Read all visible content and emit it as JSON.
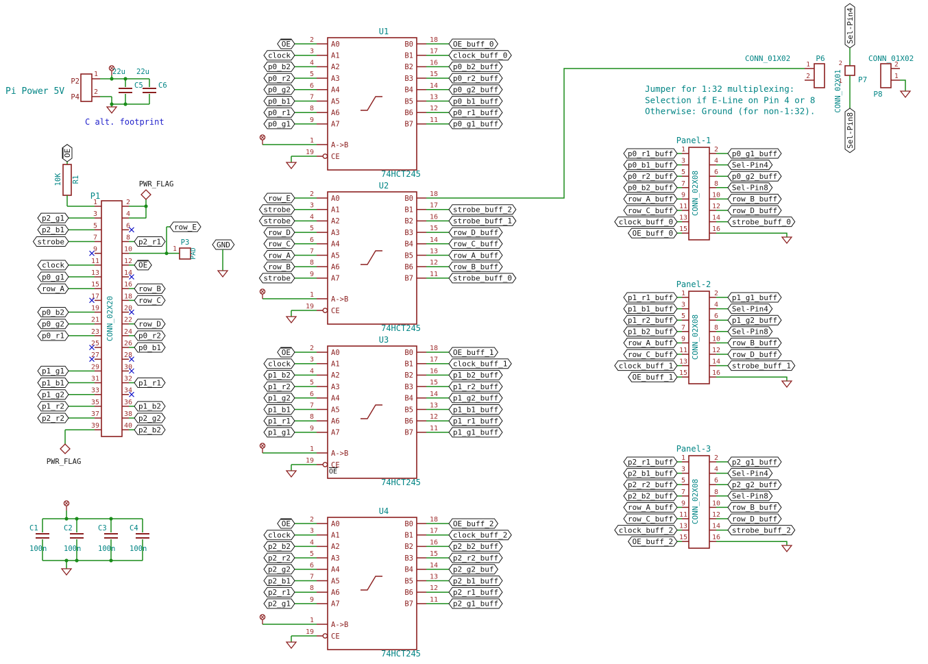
{
  "colors": {
    "bg": "#ffffff",
    "wire": "#1a8c1a",
    "outline": "#8b1e1e",
    "num": "#a03030",
    "ref": "#008484",
    "label": "#141414",
    "nc": "#1616c8",
    "note": "#2424cc"
  },
  "texts": {
    "power_title": "Pi Power 5V",
    "cap_note": "C alt. footprint",
    "pwr_flag": "PWR_FLAG",
    "jumper_note": [
      "Jumper for 1:32 multiplexing:",
      "Selection if E-Line on Pin 4 or 8",
      "Otherwise: Ground (for non-1:32)."
    ]
  },
  "power_conn": {
    "pin_names": [
      "P2",
      "P4"
    ],
    "pin_numbers": [
      "1",
      "2"
    ],
    "caps": [
      {
        "ref": "C5",
        "value": "22u"
      },
      {
        "ref": "C6",
        "value": "22u"
      }
    ]
  },
  "pullup": {
    "ref": "R1",
    "value": "10K",
    "net": "OE"
  },
  "p1": {
    "ref": "P1",
    "value": "CONN_02X20",
    "left_pins": [
      {
        "num": "1",
        "type": "wire"
      },
      {
        "num": "3",
        "label": "p2_g1"
      },
      {
        "num": "5",
        "label": "p2_b1"
      },
      {
        "num": "7",
        "label": "strobe"
      },
      {
        "num": "9",
        "type": "nc"
      },
      {
        "num": "11",
        "label": "clock"
      },
      {
        "num": "13",
        "label": "p0_g1"
      },
      {
        "num": "15",
        "label": "row_A"
      },
      {
        "num": "17",
        "type": "nc"
      },
      {
        "num": "19",
        "label": "p0_b2"
      },
      {
        "num": "21",
        "label": "p0_g2"
      },
      {
        "num": "23",
        "label": "p0_r1"
      },
      {
        "num": "25",
        "type": "nc"
      },
      {
        "num": "27",
        "type": "nc"
      },
      {
        "num": "29",
        "label": "p1_g1"
      },
      {
        "num": "31",
        "label": "p1_b1"
      },
      {
        "num": "33",
        "label": "p1_g2"
      },
      {
        "num": "35",
        "label": "p1_r2"
      },
      {
        "num": "37",
        "label": "p2_r2"
      },
      {
        "num": "39",
        "type": "wire"
      }
    ],
    "right_pins": [
      {
        "num": "2",
        "type": "wire"
      },
      {
        "num": "4",
        "type": "wire"
      },
      {
        "num": "6",
        "type": "nc"
      },
      {
        "num": "8",
        "label": "p2_r1"
      },
      {
        "num": "10",
        "type": "wire"
      },
      {
        "num": "12",
        "label": "OE"
      },
      {
        "num": "14",
        "type": "nc"
      },
      {
        "num": "16",
        "label": "row_B"
      },
      {
        "num": "18",
        "label": "row_C"
      },
      {
        "num": "20",
        "type": "nc"
      },
      {
        "num": "22",
        "label": "row_D"
      },
      {
        "num": "24",
        "label": "p0_r2"
      },
      {
        "num": "26",
        "label": "p0_b1"
      },
      {
        "num": "28",
        "type": "nc"
      },
      {
        "num": "30",
        "type": "nc"
      },
      {
        "num": "32",
        "label": "p1_r1"
      },
      {
        "num": "34",
        "type": "nc"
      },
      {
        "num": "36",
        "label": "p1_b2"
      },
      {
        "num": "38",
        "label": "p2_g2"
      },
      {
        "num": "40",
        "label": "p2_b2"
      }
    ]
  },
  "p3": {
    "ref": "P3",
    "value": "PAD",
    "pin": "1",
    "net_row": "row_E",
    "net_gnd": "GND"
  },
  "ics": [
    {
      "ref": "U1",
      "value": "74HCT245",
      "left": [
        [
          "2",
          "A0",
          "OE"
        ],
        [
          "3",
          "A1",
          "clock"
        ],
        [
          "4",
          "A2",
          "p0_b2"
        ],
        [
          "5",
          "A3",
          "p0_r2"
        ],
        [
          "6",
          "A4",
          "p0_g2"
        ],
        [
          "7",
          "A5",
          "p0_b1"
        ],
        [
          "8",
          "A6",
          "p0_r1"
        ],
        [
          "9",
          "A7",
          "p0_g1"
        ]
      ],
      "right": [
        [
          "18",
          "B0",
          "OE_buff_0"
        ],
        [
          "17",
          "B1",
          "clock_buff_0"
        ],
        [
          "16",
          "B2",
          "p0_b2_buff"
        ],
        [
          "15",
          "B3",
          "p0_r2_buff"
        ],
        [
          "14",
          "B4",
          "p0_g2_buff"
        ],
        [
          "13",
          "B5",
          "p0_b1_buff"
        ],
        [
          "12",
          "B6",
          "p0_r1_buff"
        ],
        [
          "11",
          "B7",
          "p0_g1_buff"
        ]
      ],
      "dir": [
        "1",
        "A->B"
      ],
      "ce": [
        "19",
        "CE"
      ]
    },
    {
      "ref": "U2",
      "value": "74HCT245",
      "left": [
        [
          "2",
          "A0",
          "row_E"
        ],
        [
          "3",
          "A1",
          "strobe"
        ],
        [
          "4",
          "A2",
          "strobe"
        ],
        [
          "5",
          "A3",
          "row_D"
        ],
        [
          "6",
          "A4",
          "row_C"
        ],
        [
          "7",
          "A5",
          "row_A"
        ],
        [
          "8",
          "A6",
          "row_B"
        ],
        [
          "9",
          "A7",
          "strobe"
        ]
      ],
      "right": [
        [
          "18",
          "B0",
          null
        ],
        [
          "17",
          "B1",
          "strobe_buff_2"
        ],
        [
          "16",
          "B2",
          "strobe_buff_1"
        ],
        [
          "15",
          "B3",
          "row_D_buff"
        ],
        [
          "14",
          "B4",
          "row_C_buff"
        ],
        [
          "13",
          "B5",
          "row_A_buff"
        ],
        [
          "12",
          "B6",
          "row_B_buff"
        ],
        [
          "11",
          "B7",
          "strobe_buff_0"
        ]
      ],
      "dir": [
        "1",
        "A->B"
      ],
      "ce": [
        "19",
        "CE"
      ]
    },
    {
      "ref": "U3",
      "value": "74HCT245",
      "left": [
        [
          "2",
          "A0",
          "OE"
        ],
        [
          "3",
          "A1",
          "clock"
        ],
        [
          "4",
          "A2",
          "p1_b2"
        ],
        [
          "5",
          "A3",
          "p1_r2"
        ],
        [
          "6",
          "A4",
          "p1_g2"
        ],
        [
          "7",
          "A5",
          "p1_b1"
        ],
        [
          "8",
          "A6",
          "p1_r1"
        ],
        [
          "9",
          "A7",
          "p1_g1"
        ]
      ],
      "right": [
        [
          "18",
          "B0",
          "OE_buff_1"
        ],
        [
          "17",
          "B1",
          "clock_buff_1"
        ],
        [
          "16",
          "B2",
          "p1_b2_buff"
        ],
        [
          "15",
          "B3",
          "p1_r2_buff"
        ],
        [
          "14",
          "B4",
          "p1_g2_buff"
        ],
        [
          "13",
          "B5",
          "p1_b1_buff"
        ],
        [
          "12",
          "B6",
          "p1_r1_buff"
        ],
        [
          "11",
          "B7",
          "p1_g1_buff"
        ]
      ],
      "dir": [
        "1",
        "A->B"
      ],
      "ce": [
        "19",
        "CE"
      ],
      "ce_extra": "OE"
    },
    {
      "ref": "U4",
      "value": "74HCT245",
      "left": [
        [
          "2",
          "A0",
          "OE"
        ],
        [
          "3",
          "A1",
          "clock"
        ],
        [
          "4",
          "A2",
          "p2_b2"
        ],
        [
          "5",
          "A3",
          "p2_r2"
        ],
        [
          "6",
          "A4",
          "p2_g2"
        ],
        [
          "7",
          "A5",
          "p2_b1"
        ],
        [
          "8",
          "A6",
          "p2_r1"
        ],
        [
          "9",
          "A7",
          "p2_g1"
        ]
      ],
      "right": [
        [
          "18",
          "B0",
          "OE_buff_2"
        ],
        [
          "17",
          "B1",
          "clock_buff_2"
        ],
        [
          "16",
          "B2",
          "p2_b2_buff"
        ],
        [
          "15",
          "B3",
          "p2_r2_buff"
        ],
        [
          "14",
          "B4",
          "p2_g2_buf"
        ],
        [
          "13",
          "B5",
          "p2_b1_buff"
        ],
        [
          "12",
          "B6",
          "p2_r1_buff"
        ],
        [
          "11",
          "B7",
          "p2_g1_buff"
        ]
      ],
      "dir": [
        "1",
        "A->B"
      ],
      "ce": [
        "19",
        "CE"
      ]
    }
  ],
  "panels": [
    {
      "title": "Panel-1",
      "value": "CONN_02X08",
      "left": [
        [
          "1",
          "p0_r1_buff"
        ],
        [
          "3",
          "p0_b1_buff"
        ],
        [
          "5",
          "p0_r2_buff"
        ],
        [
          "7",
          "p0_b2_buff"
        ],
        [
          "9",
          "row_A_buff"
        ],
        [
          "11",
          "row_C_buff"
        ],
        [
          "13",
          "clock_buff_0"
        ],
        [
          "15",
          "OE_buff_0"
        ]
      ],
      "right": [
        [
          "2",
          "p0_g1_buff"
        ],
        [
          "4",
          "Sel-Pin4"
        ],
        [
          "6",
          "p0_g2_buff"
        ],
        [
          "8",
          "Sel-Pin8"
        ],
        [
          "10",
          "row_B_buff"
        ],
        [
          "12",
          "row_D_buff"
        ],
        [
          "14",
          "strobe_buff_0"
        ],
        [
          "16",
          null
        ]
      ]
    },
    {
      "title": "Panel-2",
      "value": "CONN_02X08",
      "left": [
        [
          "1",
          "p1_r1_buff"
        ],
        [
          "3",
          "p1_b1_buff"
        ],
        [
          "5",
          "p1_r2_buff"
        ],
        [
          "7",
          "p1_b2_buff"
        ],
        [
          "9",
          "row_A_buff"
        ],
        [
          "11",
          "row_C_buff"
        ],
        [
          "13",
          "clock_buff_1"
        ],
        [
          "15",
          "OE_buff_1"
        ]
      ],
      "right": [
        [
          "2",
          "p1_g1_buff"
        ],
        [
          "4",
          "Sel-Pin4"
        ],
        [
          "6",
          "p1_g2_buff"
        ],
        [
          "8",
          "Sel-Pin8"
        ],
        [
          "10",
          "row_B_buff"
        ],
        [
          "12",
          "row_D_buff"
        ],
        [
          "14",
          "strobe_buff_1"
        ],
        [
          "16",
          null
        ]
      ]
    },
    {
      "title": "Panel-3",
      "value": "CONN_02X08",
      "left": [
        [
          "1",
          "p2_r1_buff"
        ],
        [
          "3",
          "p2_b1_buff"
        ],
        [
          "5",
          "p2_r2_buff"
        ],
        [
          "7",
          "p2_b2_buff"
        ],
        [
          "9",
          "row_A_buff"
        ],
        [
          "11",
          "row_C_buff"
        ],
        [
          "13",
          "clock_buff_2"
        ],
        [
          "15",
          "OE_buff_2"
        ]
      ],
      "right": [
        [
          "2",
          "p2_g1_buff"
        ],
        [
          "4",
          "Sel-Pin4"
        ],
        [
          "6",
          "p2_g2_buff"
        ],
        [
          "8",
          "Sel-Pin8"
        ],
        [
          "10",
          "row_B_buff"
        ],
        [
          "12",
          "row_D_buff"
        ],
        [
          "14",
          "strobe_buff_2"
        ],
        [
          "16",
          null
        ]
      ]
    }
  ],
  "headers": {
    "p6": {
      "ref": "P6",
      "value": "CONN_01X02",
      "pins": [
        "1",
        "2"
      ]
    },
    "p7": {
      "ref": "P7",
      "value": "CONN_02X01",
      "pins": [
        "2",
        "1"
      ]
    },
    "p8": {
      "ref": "P8",
      "value": "CONN_01X02",
      "pins": [
        "2",
        "1"
      ]
    },
    "sel_pin4": "Sel-Pin4",
    "sel_pin8": "Sel-Pin8"
  },
  "decoupling": [
    {
      "ref": "C1",
      "value": "100n"
    },
    {
      "ref": "C2",
      "value": "100n"
    },
    {
      "ref": "C3",
      "value": "100n"
    },
    {
      "ref": "C4",
      "value": "100n"
    }
  ]
}
